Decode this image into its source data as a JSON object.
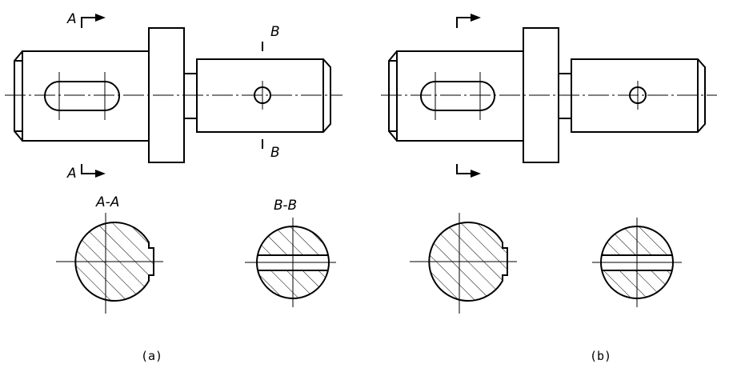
{
  "figure_a": {
    "caption": "(a)",
    "label_a_top": "A",
    "label_a_bottom": "A",
    "label_b_top": "B",
    "label_b_bottom": "B",
    "section_a_title": "A-A",
    "section_b_title": "B-B"
  },
  "figure_b": {
    "caption": "(b)"
  }
}
